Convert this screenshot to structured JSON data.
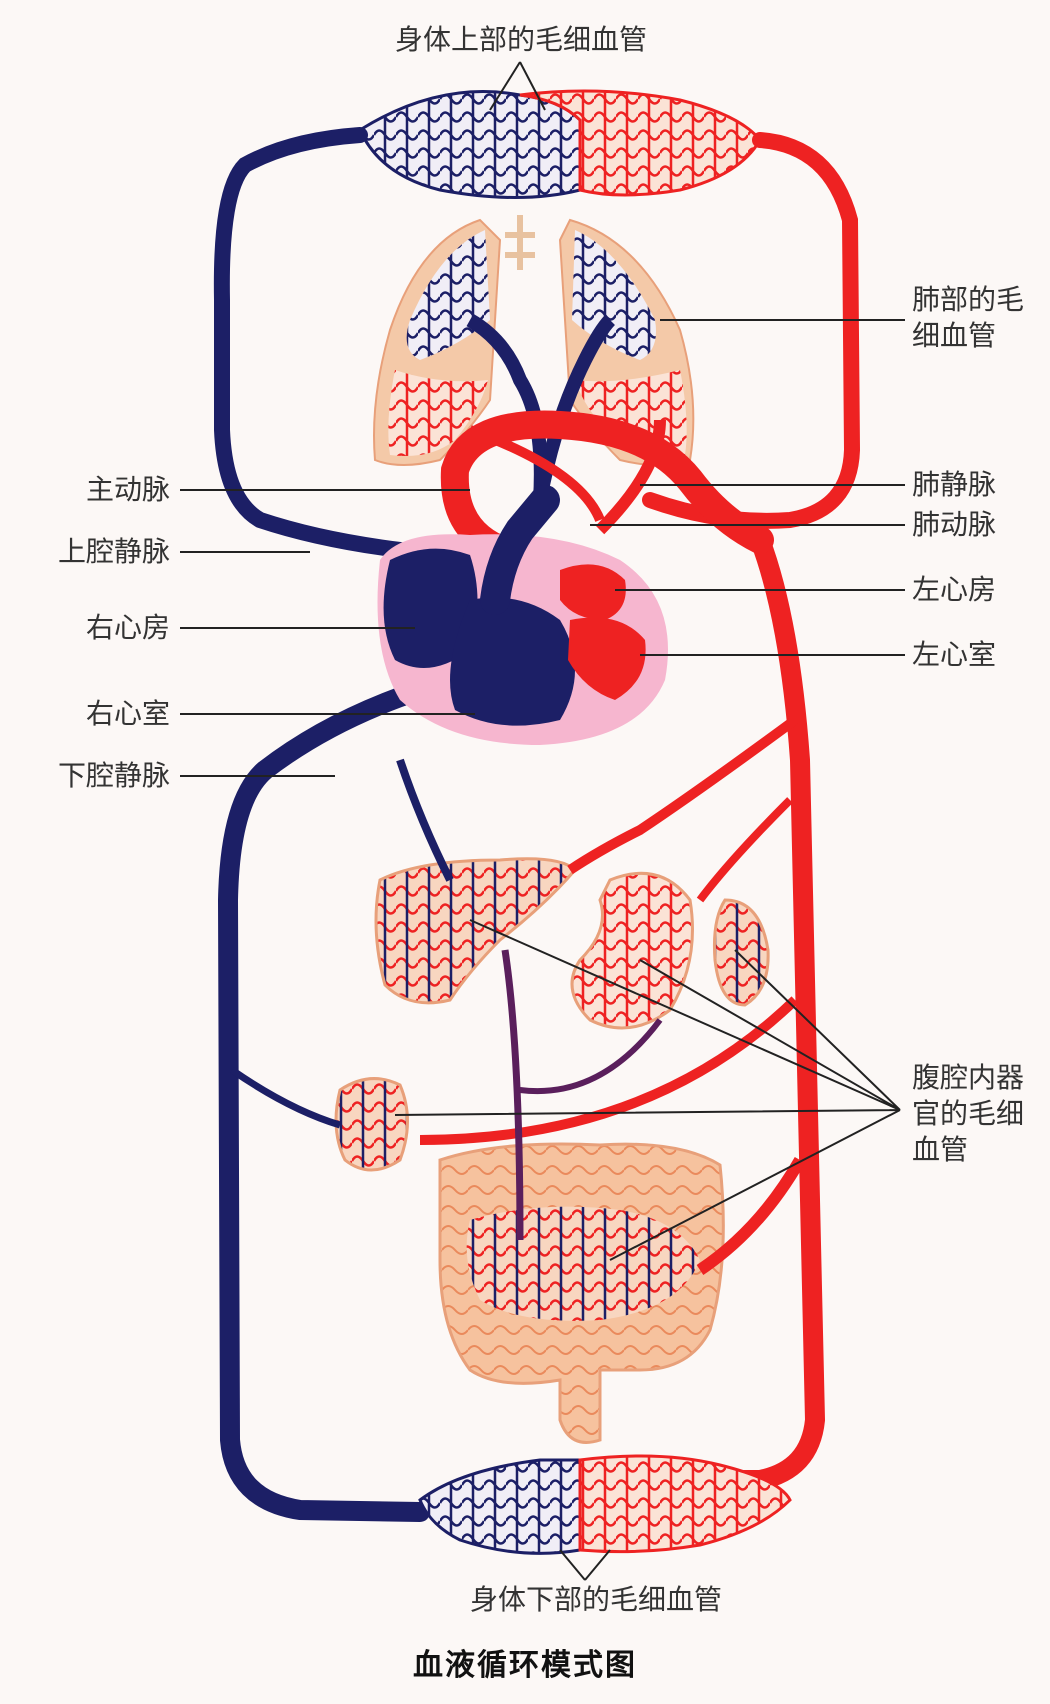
{
  "labels": {
    "upper_body_capillaries": "身体上部的毛细血管",
    "lung_capillaries": "肺部的毛细血管",
    "aorta": "主动脉",
    "superior_vena_cava": "上腔静脉",
    "right_atrium": "右心房",
    "right_ventricle": "右心室",
    "inferior_vena_cava": "下腔静脉",
    "pulmonary_vein": "肺静脉",
    "pulmonary_artery": "肺动脉",
    "left_atrium": "左心房",
    "left_ventricle": "左心室",
    "abdominal_capillaries": "腹腔内器官的毛细血管",
    "lower_body_capillaries": "身体下部的毛细血管"
  },
  "caption": "血液循环模式图",
  "colors": {
    "artery": "#ee2222",
    "vein": "#1c1f66",
    "organ": "#f4b88e",
    "heart_bg": "#f6b6cf",
    "leader": "#222222"
  }
}
